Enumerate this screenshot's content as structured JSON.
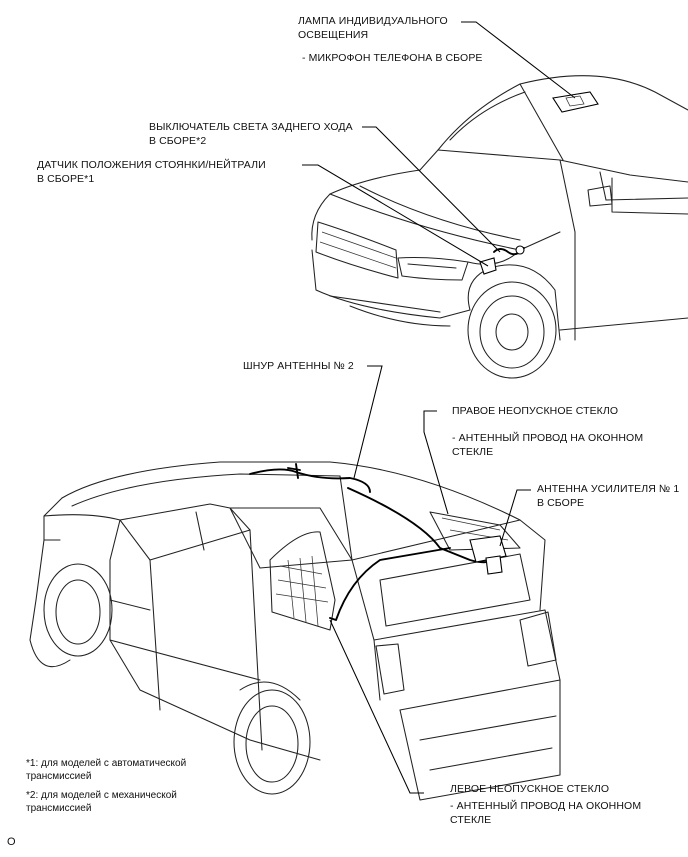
{
  "labels": {
    "dome_lamp": [
      "ЛАМПА ИНДИВИДУАЛЬНОГО",
      "ОСВЕЩЕНИЯ"
    ],
    "dome_lamp_sub": "- МИКРОФОН ТЕЛЕФОНА В СБОРЕ",
    "backup_switch": [
      "ВЫКЛЮЧАТЕЛЬ СВЕТА ЗАДНЕГО ХОДА",
      "В СБОРЕ*2"
    ],
    "park_neutral": [
      "ДАТЧИК ПОЛОЖЕНИЯ СТОЯНКИ/НЕЙТРАЛИ",
      "В СБОРЕ*1"
    ],
    "antenna_cord": "ШНУР АНТЕННЫ № 2",
    "right_glass": "ПРАВОЕ НЕОПУСКНОЕ СТЕКЛО",
    "right_glass_sub": [
      "- АНТЕННЫЙ ПРОВОД НА ОКОННОМ",
      "СТЕКЛЕ"
    ],
    "amp_antenna": [
      "АНТЕННА УСИЛИТЕЛЯ № 1",
      "В СБОРЕ"
    ],
    "left_glass": "ЛЕВОЕ НЕОПУСКНОЕ СТЕКЛО",
    "left_glass_sub": [
      "- АНТЕННЫЙ ПРОВОД НА ОКОННОМ",
      "СТЕКЛЕ"
    ]
  },
  "notes": {
    "note1": [
      "*1: для моделей с автоматической",
      "трансмиссией"
    ],
    "note2": [
      "*2: для моделей с механической",
      "трансмиссией"
    ]
  },
  "figure_id": "O"
}
